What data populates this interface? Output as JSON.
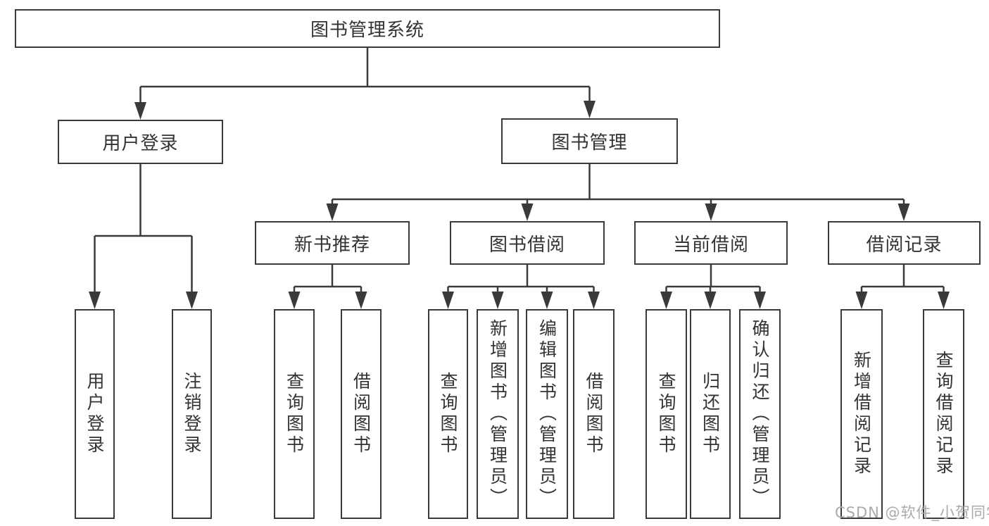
{
  "colors": {
    "line": "#3a3a3a",
    "text": "#333333",
    "background": "#ffffff",
    "watermark_color": "#ababab"
  },
  "watermark": "CSDN @软件_小贺同学",
  "tree": {
    "root": "图书管理系统",
    "level2": [
      {
        "label": "用户登录"
      },
      {
        "label": "图书管理"
      }
    ],
    "level3": [
      {
        "label": "新书推荐"
      },
      {
        "label": "图书借阅"
      },
      {
        "label": "当前借阅"
      },
      {
        "label": "借阅记录"
      }
    ],
    "leaves": {
      "login": [
        "用户登录",
        "注销登录"
      ],
      "newbook": [
        "查询图书",
        "借阅图书"
      ],
      "borrow": [
        "查询图书",
        "新增图书（管理员）",
        "编辑图书（管理员）",
        "借阅图书"
      ],
      "current": [
        "查询图书",
        "归还图书",
        "确认归还（管理员）"
      ],
      "records": [
        "新增借阅记录",
        "查询借阅记录"
      ]
    }
  }
}
